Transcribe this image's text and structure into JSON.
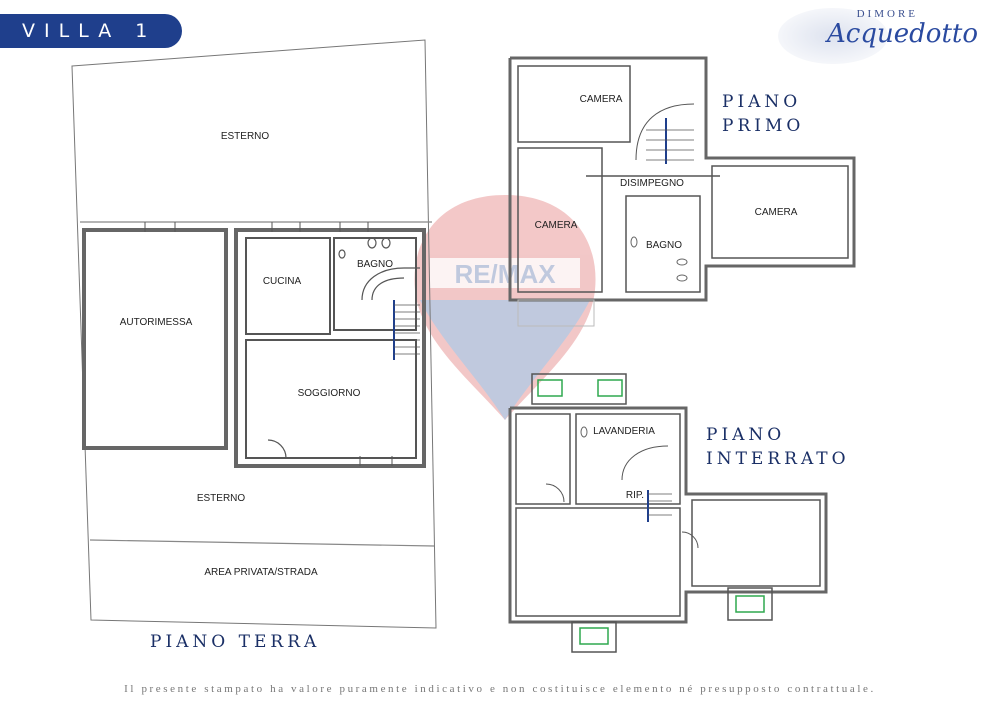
{
  "header": {
    "title": "VILLA 1"
  },
  "brand": {
    "top": "DIMORE",
    "main": "Acquedotto"
  },
  "floors": {
    "ground": {
      "label": "PIANO TERRA",
      "rooms": {
        "esterno_top": "ESTERNO",
        "autorimessa": "AUTORIMESSA",
        "cucina": "CUCINA",
        "bagno": "BAGNO",
        "soggiorno": "SOGGIORNO",
        "esterno_bottom": "ESTERNO",
        "area": "AREA PRIVATA/STRADA"
      }
    },
    "first": {
      "label_line1": "PIANO",
      "label_line2": "PRIMO",
      "rooms": {
        "camera1": "CAMERA",
        "camera2": "CAMERA",
        "camera3": "CAMERA",
        "disimpegno": "DISIMPEGNO",
        "bagno": "BAGNO"
      }
    },
    "basement": {
      "label_line1": "PIANO",
      "label_line2": "INTERRATO",
      "rooms": {
        "lavanderia": "LAVANDERIA",
        "rip": "RIP."
      }
    }
  },
  "watermark": {
    "text": "RE/MAX"
  },
  "footer": {
    "disclaimer": "Il presente stampato ha valore puramente indicativo e non costituisce elemento né presupposto contrattuale."
  },
  "colors": {
    "banner": "#1f3f8c",
    "stairs": "#1f3f8c",
    "window_green": "#2fa84f",
    "wall": "#555555"
  }
}
